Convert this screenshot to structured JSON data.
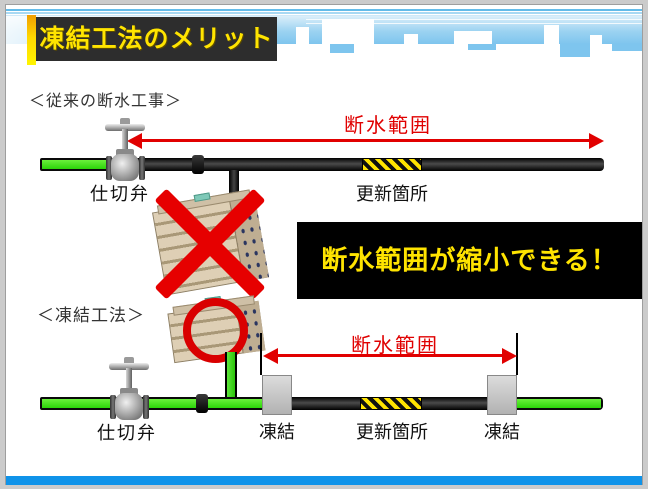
{
  "title": "凍結工法のメリット",
  "callout": "断水範囲が縮小できる！",
  "conventional": {
    "label": "＜従来の断水工事＞",
    "range_label": "断水範囲",
    "valve_label": "仕切弁",
    "renewal_label": "更新箇所"
  },
  "freezing": {
    "label": "＜凍結工法＞",
    "range_label": "断水範囲",
    "valve_label": "仕切弁",
    "renewal_label": "更新箇所",
    "freeze_labels": [
      "凍結",
      "凍結"
    ]
  },
  "icons": {
    "valve": "gate-valve-icon",
    "building": "apartment-building-icon",
    "cross": "red-cross-mark-icon",
    "circle": "red-circle-mark-icon",
    "arrow": "red-double-arrow-icon",
    "skyline": "city-skyline-decoration"
  },
  "colors": {
    "accent_red": "#e00000",
    "pipe_green": "#2bd409",
    "hatch_yellow": "#ffe400",
    "title_yellow": "#ffe400",
    "title_bg": "#2d2d2d",
    "banner_bg": "#000000",
    "theme_blue": "#0f93e9"
  }
}
